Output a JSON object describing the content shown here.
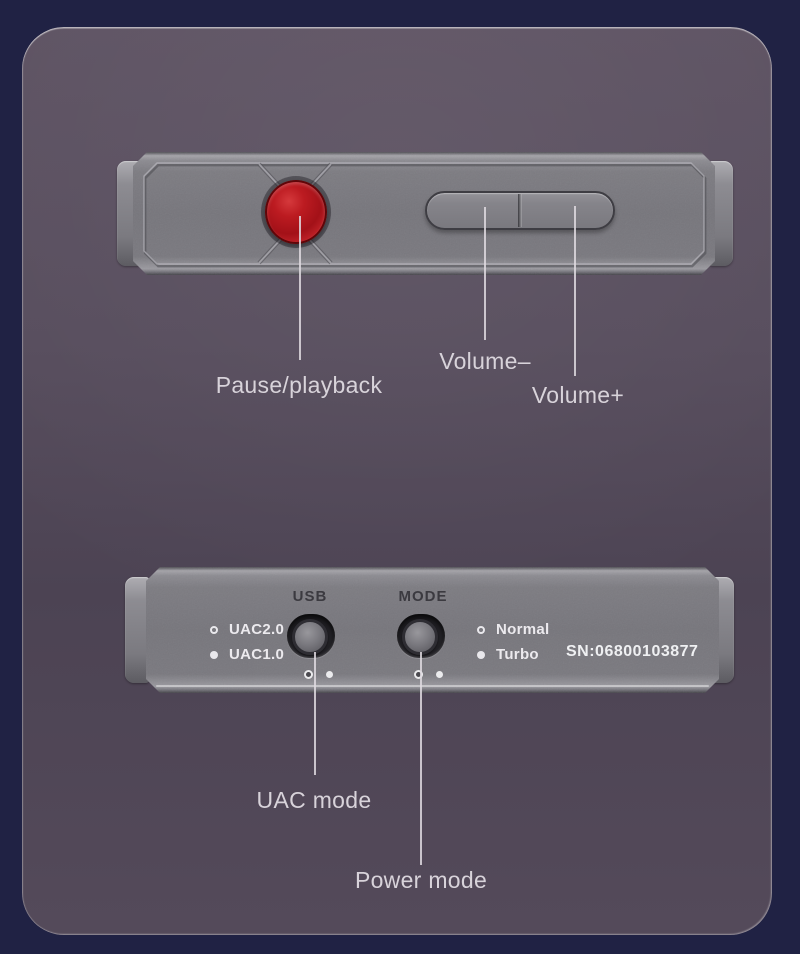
{
  "colors": {
    "outer_background": "#202244",
    "panel_background": "#544a5a",
    "device_gray": "#77767c",
    "button_red": "#b5161c",
    "annotation_text": "#d8d3da"
  },
  "top_view": {
    "annotations": {
      "pause": "Pause/playback",
      "volume_minus": "Volume–",
      "volume_plus": "Volume+"
    }
  },
  "back_view": {
    "usb_switch_label": "USB",
    "mode_switch_label": "MODE",
    "usb_options": [
      "UAC2.0",
      "UAC1.0"
    ],
    "mode_options": [
      "Normal",
      "Turbo"
    ],
    "serial_number": "SN:06800103877",
    "annotations": {
      "uac": "UAC mode",
      "power": "Power mode"
    }
  }
}
